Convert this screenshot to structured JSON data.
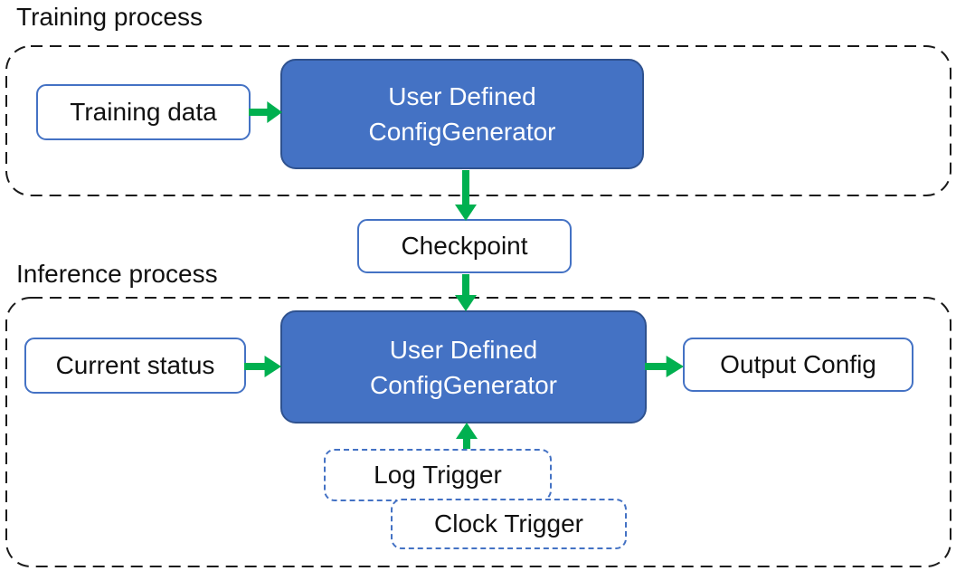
{
  "diagram": {
    "training": {
      "label": "Training process",
      "input_box": "Training data",
      "generator_line1": "User Defined",
      "generator_line2": "ConfigGenerator"
    },
    "checkpoint": {
      "label": "Checkpoint"
    },
    "inference": {
      "label": "Inference process",
      "input_box": "Current status",
      "generator_line1": "User Defined",
      "generator_line2": "ConfigGenerator",
      "output_box": "Output Config",
      "log_trigger": "Log Trigger",
      "clock_trigger": "Clock Trigger"
    }
  },
  "colors": {
    "node_fill": "#4472C4",
    "node_border": "#2F528F",
    "light_border": "#4472C4",
    "trigger_border": "#4472C4",
    "container_border": "#1a1a1a",
    "arrow_green": "#00B050",
    "text_dark": "#111111",
    "text_light": "#ffffff",
    "bg": "#ffffff"
  }
}
